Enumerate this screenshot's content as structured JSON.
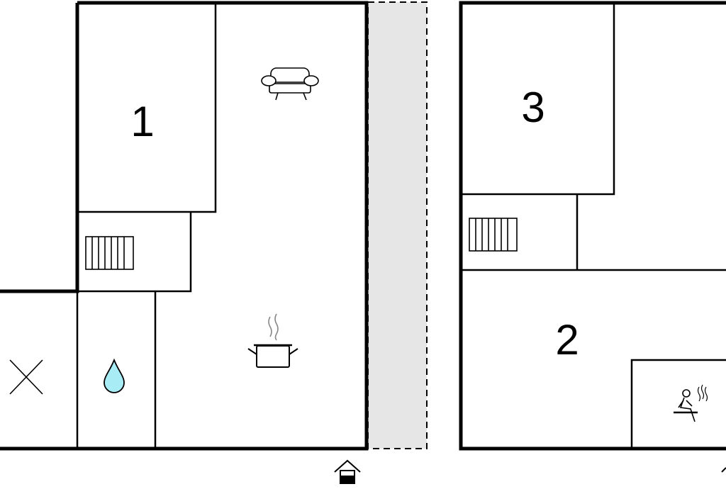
{
  "floorplan": {
    "rooms": [
      {
        "id": "bedroom-1",
        "label": "1"
      },
      {
        "id": "bedroom-3",
        "label": "3"
      },
      {
        "id": "bedroom-2",
        "label": "2"
      }
    ],
    "icons": {
      "living": "sofa-icon",
      "kitchen": "cooking-pot-icon",
      "bathroom": "water-drop-icon",
      "utility": "cross-icon",
      "sauna": "sauna-icon",
      "entrance": "house-entrance-icon",
      "stairs": "stairs-icon"
    },
    "colors": {
      "wall": "#000000",
      "terrace": "#e6e6e6",
      "water": "#a8ecf5"
    }
  }
}
